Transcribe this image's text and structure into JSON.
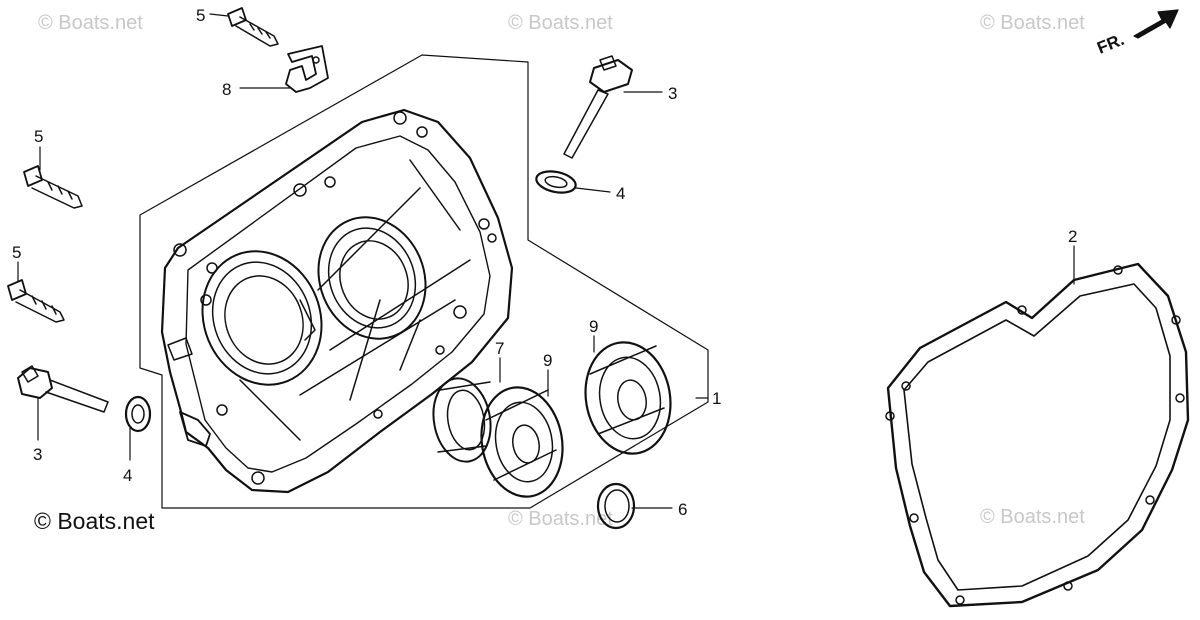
{
  "watermark": "© Boats.net",
  "copyright": "© Boats.net",
  "fr_label": "FR.",
  "callouts": [
    {
      "id": "c5a",
      "label": "5"
    },
    {
      "id": "c8",
      "label": "8"
    },
    {
      "id": "c3a",
      "label": "3"
    },
    {
      "id": "c4a",
      "label": "4"
    },
    {
      "id": "c5b",
      "label": "5"
    },
    {
      "id": "c5c",
      "label": "5"
    },
    {
      "id": "c3b",
      "label": "3"
    },
    {
      "id": "c4b",
      "label": "4"
    },
    {
      "id": "c7",
      "label": "7"
    },
    {
      "id": "c9a",
      "label": "9"
    },
    {
      "id": "c9b",
      "label": "9"
    },
    {
      "id": "c1",
      "label": "1"
    },
    {
      "id": "c6",
      "label": "6"
    },
    {
      "id": "c2",
      "label": "2"
    }
  ],
  "colors": {
    "line": "#111111",
    "watermark": "#c8c8c8",
    "background": "#ffffff"
  }
}
